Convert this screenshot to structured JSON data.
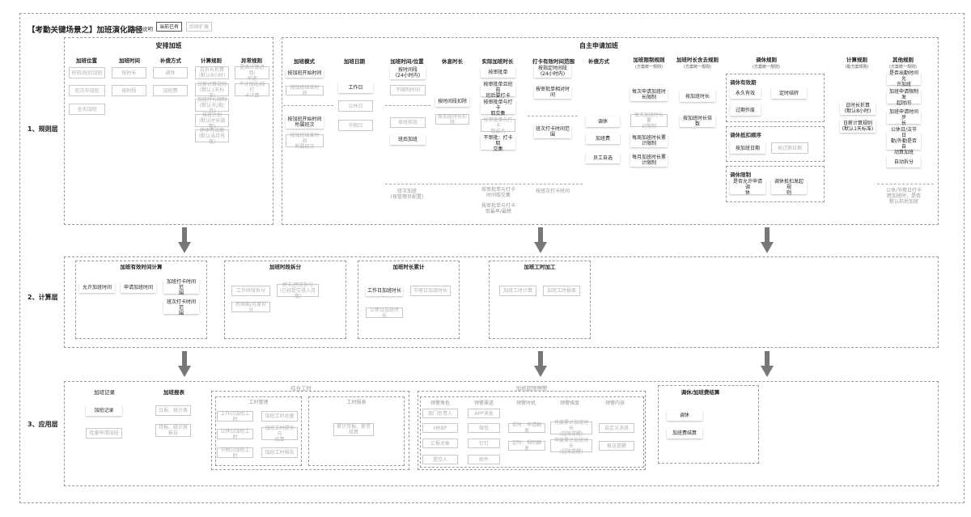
{
  "header": {
    "title": "【考勤关键场景之】加班演化路径",
    "legend_label": "图例说明",
    "legend_existing": "当前已有",
    "legend_future": "后续扩展"
  },
  "layers": {
    "rules": "1、规则层",
    "calc": "2、计算层",
    "app": "3、应用层"
  },
  "arranged": {
    "title": "安排加班",
    "headers": {
      "position": "加班位置",
      "time": "加班时间",
      "comp": "补偿方式",
      "calc_rules": "计算规则",
      "exception": "异常规则"
    },
    "position_items": [
      "班前/班后加班",
      "班次中加班",
      "全天加班"
    ],
    "time_items": [
      "按时长",
      "按时段"
    ],
    "comp_items": [
      "调休",
      "加班费"
    ],
    "calc_items": [
      "日折长折算\n(默认8小时)",
      "日薪计算规则\n(默认1天标准)",
      "加班时长限制\n(默认天/周/月)",
      "排班计划\n(默认时长调整)",
      "跨休有效期\n(默认当月有效)"
    ],
    "exception_items": [
      "是否计算迟到/\n早退",
      "不计加班/按打\n卡计算"
    ]
  },
  "self": {
    "title": "自主申请加班",
    "headers": {
      "mode": "加班模式",
      "date": "加班日期",
      "time_pos": "加班时间/位置",
      "rest": "休息时长",
      "actual": "实际加班时长",
      "punch": "打卡有效时间范围",
      "comp": "补偿方式",
      "limit": "加班限制规则",
      "limit_sub": "(方案统一规则)",
      "deduct": "加班时长含去规则",
      "deduct_sub": "(方案统一规则)",
      "leave": "调休规则",
      "leave_sub": "(方案统一规则)",
      "calc": "计算规则",
      "calc_sub": "(取方案规则)",
      "other": "其他规则",
      "other_sub": "(方案统一规则)"
    },
    "mode_items": [
      "按加班开始时间",
      "按加班结束时间",
      "按加班开始时间\n所属班次",
      "按加班结束时间\n所属班次"
    ],
    "date_items": [
      "工作日",
      "公休日",
      "节假日"
    ],
    "time_items": [
      "按时间段\n(24小时内)",
      "不限制时间",
      "按班前班",
      "班后加班"
    ],
    "rest_items": [
      "按时间段扣除",
      "按加班时长扣除"
    ],
    "actual_items": [
      "按审批单",
      "按审批单且班前\n班后要打卡",
      "按审批单与打卡\n取交集",
      "按审批单与打卡\n取最大",
      "不审批：打卡取\n交集"
    ],
    "punch_items": [
      "按指定时间段\n(24小时内)",
      "按审批单相对时\n间",
      "班次打卡时间范\n围"
    ],
    "comp_items": [
      "调休",
      "加班费",
      "员工自选"
    ],
    "limit_items": [
      "每次申请加班时\n长限制",
      "每天加班时长累\n计限制",
      "每周加班时长累\n计限制",
      "每月加班时长累\n计限制"
    ],
    "deduct_items": [
      "按加班时长",
      "按加班时长倍数"
    ],
    "leave_groups": [
      {
        "title": "调休有效期",
        "items": [
          "永久有效",
          "定时结转",
          "过期作废"
        ]
      },
      {
        "title": "调休抵扣顺序",
        "items": [
          "按加班日期",
          "按过期日期"
        ]
      },
      {
        "title": "调休限制",
        "items": [
          "是否允许申请调\n休",
          "调休抵扣发起规\n则"
        ]
      }
    ],
    "calc_items": [
      "日时长折算\n(默认8小时)",
      "日薪计算规则\n(默认1天标准)"
    ],
    "other_items": [
      "是否出勤时间允\n许加班",
      "加班申请限制发\n起时间",
      "加班申请时间步\n长",
      "公休日/法节日\n勤/外勤是否自\n动算加班",
      "自动拆分"
    ],
    "future_notes": [
      "班次加班\n(按管理员配置)",
      "按审批单与打卡\n时间取交集",
      "按审批单与打卡\n取最早/最晚",
      "按班次打卡时间",
      "公休/节假日打卡\n跨加班时，是否\n默认前后加班"
    ]
  },
  "calc_layer": {
    "effective": {
      "title": "加班有效时间计算",
      "items": [
        "允许加班时间",
        "申请加班时间",
        "加班打卡时间范\n围",
        "班次打卡时间范\n围"
      ]
    },
    "split": {
      "title": "加班时段拆分",
      "items": [
        "工作时段拆分",
        "跨天/跨班拆分\n(已经提交进入月度)",
        "跨周期/月度拆分"
      ]
    },
    "accum": {
      "title": "加班时长累计",
      "items": [
        "工作日加班时长",
        "节假日加班时长",
        "公休日加班时长"
      ]
    },
    "hours": {
      "title": "加班工时加工",
      "items": [
        "加班工时计算",
        "加班工时报表"
      ]
    }
  },
  "app_layer": {
    "records": {
      "title": "加班记录",
      "items": [
        "加班记录",
        "批量申请加班"
      ]
    },
    "report": {
      "title": "加班报表",
      "items": [
        "日报、统计表",
        "月报、统计表\n报告"
      ]
    },
    "comprehensive": {
      "title": "综合工时",
      "sub_title": "工时管理",
      "items": [
        "工作日加班工时",
        "加班工时总量",
        "公休日加班工时",
        "加班工时提示与\n结算",
        "节假日加班工时",
        "加班工时报告"
      ]
    },
    "report2": {
      "title": "工时报表",
      "items": [
        "累计月报、薪资\n结算"
      ]
    },
    "alert": {
      "title": "加班超限预警",
      "headers": [
        "预警角色",
        "预警渠道",
        "预警时机",
        "预警维度",
        "预警内容"
      ],
      "roles": [
        "部门负责人",
        "HRBP",
        "汇报对象",
        "提交人"
      ],
      "channels": [
        "APP消息",
        "微信",
        "钉钉",
        "邮件"
      ],
      "timing": [
        "实时：申请触发",
        "定时：规则触发"
      ],
      "dims": [
        "月度累计加班时长\n(超限提醒)",
        "年度累计加班时长\n(超限提醒)"
      ],
      "content": [
        "自定义消息",
        "推送提醒"
      ]
    },
    "settle": {
      "title": "调休/加班费结算",
      "items": [
        "调休",
        "加班费结算"
      ]
    }
  }
}
